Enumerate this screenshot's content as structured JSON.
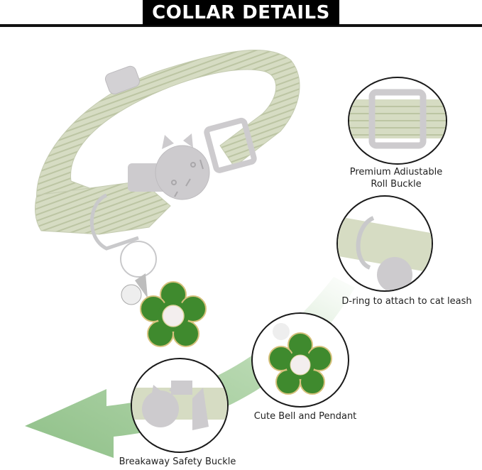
{
  "header": {
    "title": "COLLAR DETAILS"
  },
  "features": [
    {
      "label_line1": "Premium Adiustable",
      "label_line2": "Roll Buckle"
    },
    {
      "label": "D-ring to attach to cat leash"
    },
    {
      "label": "Cute Bell and Pendant"
    },
    {
      "label": "Breakaway Safety Buckle"
    }
  ],
  "colors": {
    "collar": "#d5dcc2",
    "collar_stripe": "#bfc8a6",
    "buckle": "#cdcbce",
    "pendant_green": "#3f8a2e",
    "pendant_center": "#f3eeee",
    "arrow": "#a9cfa0"
  }
}
